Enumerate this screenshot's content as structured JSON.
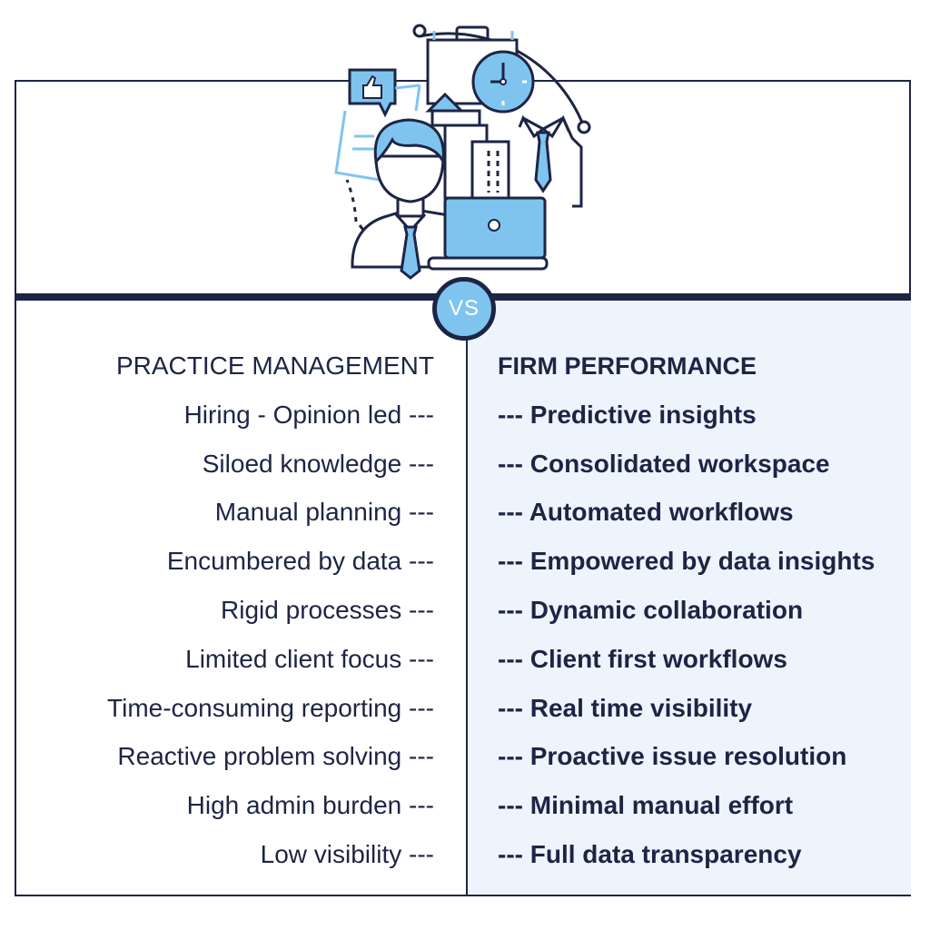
{
  "badge": "VS",
  "left": {
    "heading": "PRACTICE MANAGEMENT",
    "items": [
      "Hiring - Opinion led ---",
      "Siloed knowledge ---",
      "Manual planning ---",
      "Encumbered by data ---",
      "Rigid processes ---",
      "Limited client focus ---",
      "Time-consuming reporting ---",
      "Reactive problem solving ---",
      "High admin burden ---",
      "Low visibility ---"
    ]
  },
  "right": {
    "heading": "FIRM PERFORMANCE",
    "items": [
      "--- Predictive insights",
      "--- Consolidated workspace",
      "--- Automated workflows",
      "--- Empowered by data insights",
      "--- Dynamic collaboration",
      "--- Client first workflows",
      "--- Real time visibility",
      "--- Proactive issue resolution",
      "--- Minimal manual effort",
      "--- Full data transparency"
    ]
  },
  "colors": {
    "navy": "#1d2545",
    "accent_blue": "#7fc4ef",
    "panel_tint": "#eef4fc"
  },
  "icons": [
    "business-person-icon",
    "briefcase-icon",
    "clock-icon",
    "thumbs-up-icon",
    "laptop-icon",
    "office-building-icon",
    "shirt-tie-icon",
    "document-icon"
  ]
}
